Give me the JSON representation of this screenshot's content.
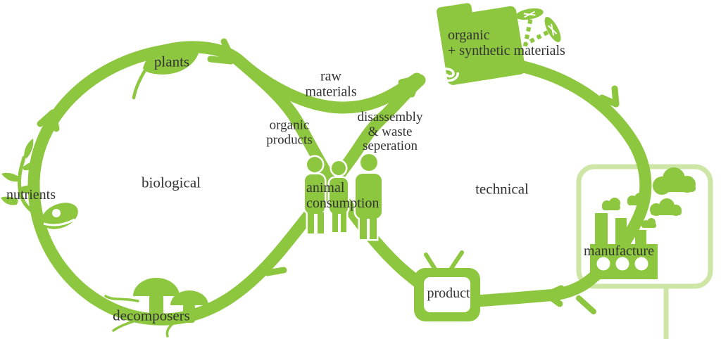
{
  "diagram": {
    "type": "circular-economy-cycle",
    "colors": {
      "primary_green": "#8dc63f",
      "light_green": "#cde6a6",
      "text": "#333333",
      "background": "#ffffff"
    },
    "labels": {
      "biological": "biological",
      "technical": "technical",
      "plants": "plants",
      "nutrients": "nutrients",
      "decomposers": "decomposers",
      "raw_materials": "raw\nmaterials",
      "organic_products": "organic\nproducts",
      "disassembly": "disassembly\n& waste\nseperation",
      "animal_consumption": "animal\nconsumption",
      "input_materials": "organic\n+ synthetic materials",
      "product": "product",
      "manufacture": "manufacture"
    },
    "icons": [
      "leaf-icon",
      "sprout-icon",
      "knot-icon",
      "mushrooms-icon",
      "people-icon",
      "folder-icon",
      "screw-icon",
      "spiral-icon",
      "tv-icon",
      "factory-icon",
      "cloud-icon",
      "billboard-icon",
      "flow-arrow-icon"
    ]
  }
}
